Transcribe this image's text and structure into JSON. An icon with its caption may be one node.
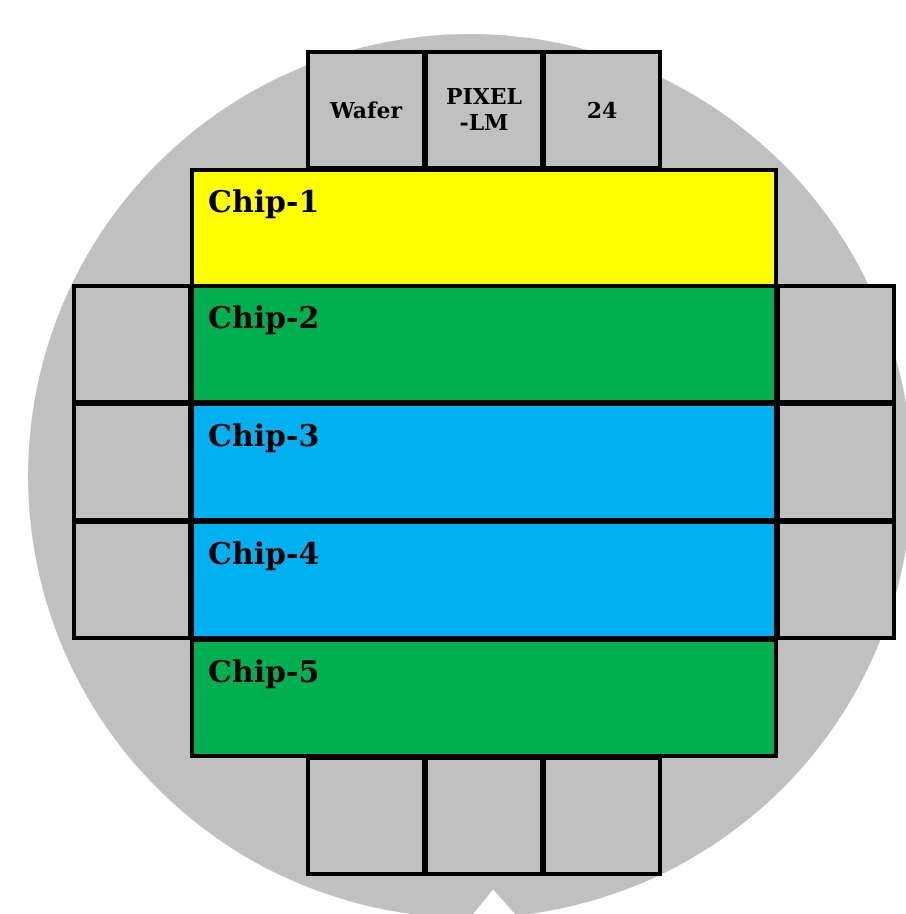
{
  "diagram": {
    "nodes": [
      {
        "text": [],
        "shape": "circle"
      },
      {
        "text": [
          "Wafer"
        ],
        "in": 0
      },
      {
        "text": [
          "PIXEL -LM"
        ],
        "in": 0
      },
      {
        "text": [
          "24"
        ],
        "in": 0
      },
      {
        "text": [
          "Chip-1"
        ],
        "in": 0
      },
      {
        "text": [],
        "shape": "box",
        "in": 0
      },
      {
        "text": [
          "Chip-2"
        ],
        "in": 0
      },
      {
        "text": [],
        "shape": "box",
        "in": 0
      },
      {
        "text": [],
        "shape": "box",
        "in": 0
      },
      {
        "text": [
          "Chip-3"
        ],
        "in": 0
      },
      {
        "text": [],
        "shape": "box",
        "in": 0
      },
      {
        "text": [],
        "shape": "box",
        "in": 0
      },
      {
        "text": [
          "Chip-4"
        ],
        "in": 0
      },
      {
        "text": [],
        "shape": "box",
        "in": 0
      },
      {
        "text": [
          "Chip-5"
        ],
        "in": 0
      },
      {
        "text": [],
        "shape": "box",
        "in": 0
      },
      {
        "text": [],
        "shape": "box",
        "in": 0
      },
      {
        "text": [],
        "shape": "box",
        "in": 0
      }
    ]
  }
}
